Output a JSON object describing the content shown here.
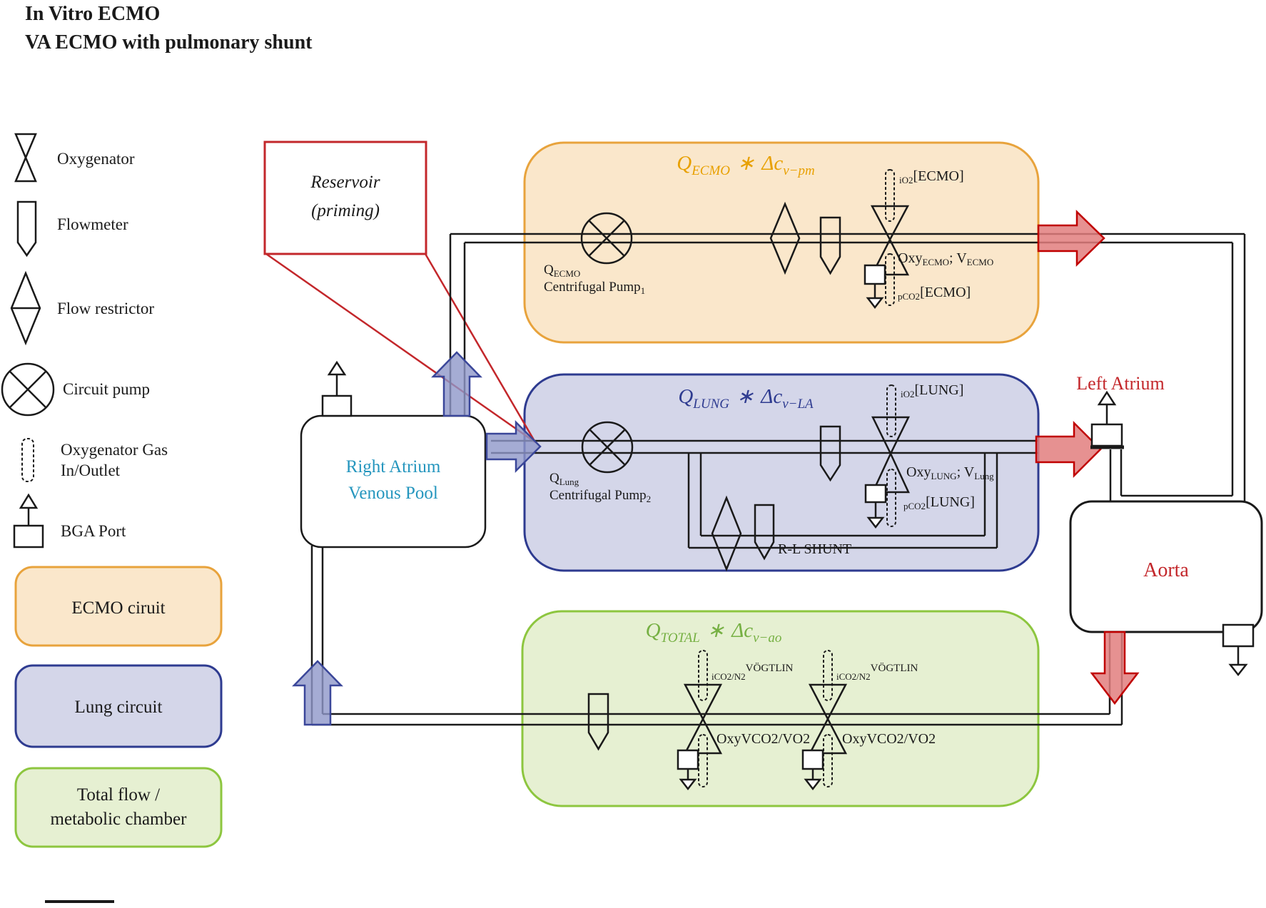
{
  "title": {
    "line1": "In Vitro ECMO",
    "line2": "VA ECMO with pulmonary shunt"
  },
  "legend": {
    "oxygenator": "Oxygenator",
    "flowmeter": "Flowmeter",
    "flow_restrictor": "Flow restrictor",
    "circuit_pump": "Circuit pump",
    "gas_inoutlet_line1": "Oxygenator Gas",
    "gas_inoutlet_line2": "In/Outlet",
    "bga_port": "BGA Port",
    "ecmo_circuit": "ECMO ciruit",
    "lung_circuit": "Lung circuit",
    "total_flow_line1": "Total flow /",
    "total_flow_line2": "metabolic chamber"
  },
  "reservoir": {
    "line1": "Reservoir",
    "line2": "(priming)"
  },
  "right_atrium": {
    "line1": "Right Atrium",
    "line2": "Venous Pool"
  },
  "left_atrium": "Left Atrium",
  "aorta": "Aorta",
  "ecmo_box": {
    "title": {
      "q": "Q",
      "q_sub": "ECMO",
      "star": "∗",
      "dc": "Δc",
      "dc_sub": "v−pm"
    },
    "pump": {
      "q": "Q",
      "q_sub": "ECMO",
      "name": "Centrifugal Pump",
      "name_sub": "1"
    },
    "io2": {
      "sub": "iO2",
      "text": "[ECMO]"
    },
    "oxy": {
      "p1": "Oxy",
      "s1": "ECMO",
      "p2": "; V",
      "s2": "ECMO"
    },
    "pco2": {
      "sub": "pCO2",
      "text": "[ECMO]"
    }
  },
  "lung_box": {
    "title": {
      "q": "Q",
      "q_sub": "LUNG",
      "star": "∗",
      "dc": "Δc",
      "dc_sub": "v−LA"
    },
    "pump": {
      "q": "Q",
      "q_sub": "Lung",
      "name": "Centrifugal Pump",
      "name_sub": "2"
    },
    "io2": {
      "sub": "iO2",
      "text": "[LUNG]"
    },
    "oxy": {
      "p1": "Oxy",
      "s1": "LUNG",
      "p2": "; V",
      "s2": "Lung"
    },
    "pco2": {
      "sub": "pCO2",
      "text": "[LUNG]"
    },
    "shunt": "R-L SHUNT"
  },
  "total_box": {
    "title": {
      "q": "Q",
      "q_sub": "TOTAL",
      "star": "∗",
      "dc": "Δc",
      "dc_sub": "v−ao"
    },
    "oxy1": {
      "gas_sub": "iCO2/N2",
      "gas_sup": "VÖGTLIN",
      "label": "OxyVCO2/VO2"
    },
    "oxy2": {
      "gas_sub": "iCO2/N2",
      "gas_sup": "VÖGTLIN",
      "label": "OxyVCO2/VO2"
    }
  },
  "colors": {
    "ecmo_border": "#E8A33C",
    "ecmo_fill": "#FAE7CB",
    "ecmo_title": "#E8A000",
    "lung_border": "#2E3B90",
    "lung_fill": "#D4D6E9",
    "total_border": "#8DC63F",
    "total_fill": "#E6F0D2",
    "total_title": "#76B043",
    "red_accent": "#C3272B",
    "red_arrow_fill": "#E27E7E",
    "blue_arrow_border": "#3A4699",
    "blue_arrow_fill": "#8E97C9",
    "teal_text": "#2596BE",
    "line_black": "#1a1a1a"
  }
}
